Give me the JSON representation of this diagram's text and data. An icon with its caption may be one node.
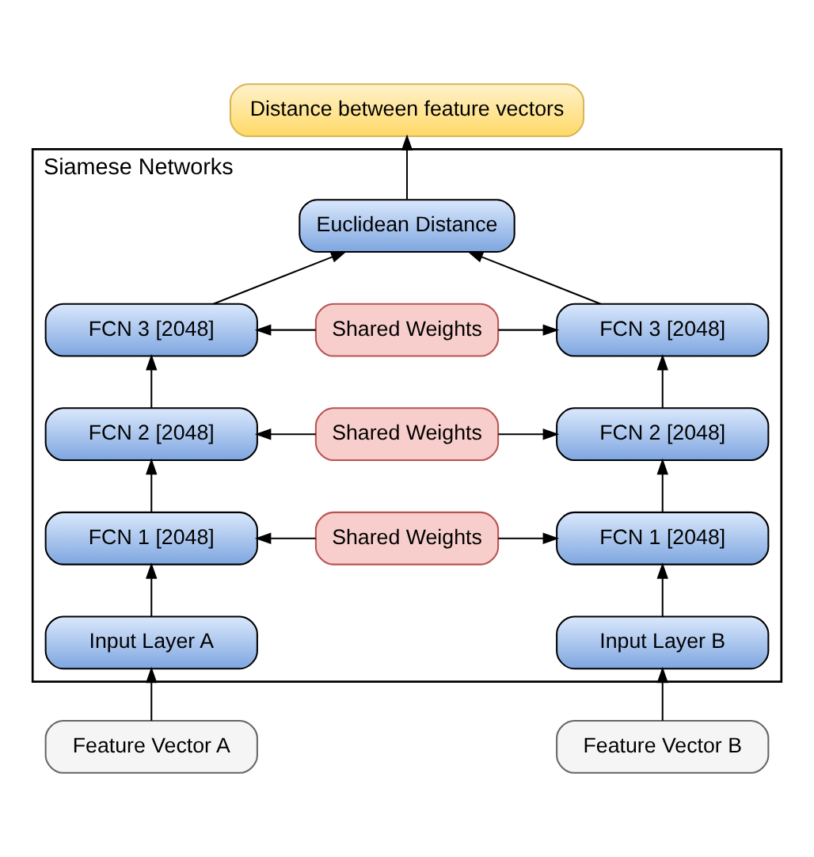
{
  "diagram": {
    "nodes": [
      {
        "text": [
          "Distance between feature vectors"
        ]
      },
      {
        "text": [
          "Siamese Networks"
        ]
      },
      {
        "text": [
          "Euclidean Distance"
        ],
        "in": 1
      },
      {
        "text": [
          "FCN 3 [2048]"
        ],
        "in": 1
      },
      {
        "text": [
          "Shared Weights"
        ],
        "in": 1
      },
      {
        "text": [
          "FCN 3 [2048]"
        ],
        "in": 1
      },
      {
        "text": [
          "FCN 2 [2048]"
        ],
        "in": 1
      },
      {
        "text": [
          "Shared Weights"
        ],
        "in": 1
      },
      {
        "text": [
          "FCN 2 [2048]"
        ],
        "in": 1
      },
      {
        "text": [
          "FCN 1 [2048]"
        ],
        "in": 1
      },
      {
        "text": [
          "Shared Weights"
        ],
        "in": 1
      },
      {
        "text": [
          "FCN 1 [2048]"
        ],
        "in": 1
      },
      {
        "text": [
          "Input Layer A"
        ],
        "in": 1
      },
      {
        "text": [
          "Input Layer B"
        ],
        "in": 1
      },
      {
        "text": [
          "Feature Vector A"
        ]
      },
      {
        "text": [
          "Feature Vector B"
        ]
      }
    ],
    "edges": [
      {
        "from": 14,
        "to": 12,
        "arrow": "to"
      },
      {
        "from": 12,
        "to": 9,
        "arrow": "to"
      },
      {
        "from": 9,
        "to": 6,
        "arrow": "to"
      },
      {
        "from": 6,
        "to": 3,
        "arrow": "to"
      },
      {
        "from": 3,
        "to": 2,
        "arrow": "to"
      },
      {
        "from": 15,
        "to": 13,
        "arrow": "to"
      },
      {
        "from": 13,
        "to": 11,
        "arrow": "to"
      },
      {
        "from": 11,
        "to": 8,
        "arrow": "to"
      },
      {
        "from": 8,
        "to": 5,
        "arrow": "to"
      },
      {
        "from": 5,
        "to": 2,
        "arrow": "to"
      },
      {
        "from": 2,
        "to": 0,
        "arrow": "to"
      },
      {
        "from": 4,
        "to": 3,
        "arrow": "to"
      },
      {
        "from": 4,
        "to": 5,
        "arrow": "to"
      },
      {
        "from": 7,
        "to": 6,
        "arrow": "to"
      },
      {
        "from": 7,
        "to": 8,
        "arrow": "to"
      },
      {
        "from": 10,
        "to": 9,
        "arrow": "to"
      },
      {
        "from": 10,
        "to": 11,
        "arrow": "to"
      }
    ]
  }
}
